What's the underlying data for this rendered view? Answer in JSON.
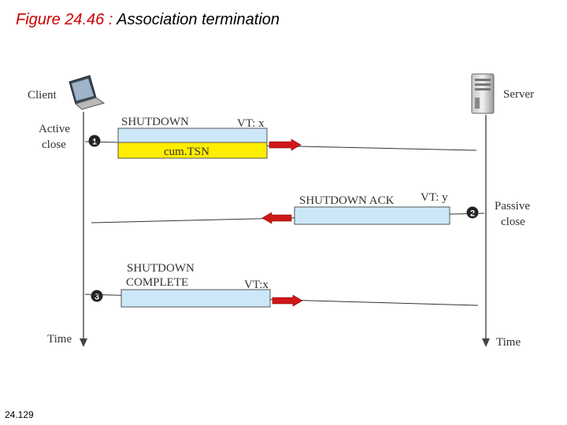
{
  "title": {
    "figure_label": "Figure 24.46",
    "separator": ":",
    "caption": "Association termination"
  },
  "footer": {
    "slide_number": "24.129"
  },
  "diagram": {
    "client_label": "Client",
    "server_label": "Server",
    "active_close_line1": "Active",
    "active_close_line2": "close",
    "passive_close_line1": "Passive",
    "passive_close_line2": "close",
    "time_label_left": "Time",
    "time_label_right": "Time",
    "steps": [
      "❶",
      "❷",
      "❸"
    ],
    "packets": [
      {
        "name_line1": "SHUTDOWN",
        "vt": "VT: x",
        "field": "cum.TSN"
      },
      {
        "name_line1": "SHUTDOWN ACK",
        "vt": "VT: y"
      },
      {
        "name_line1": "SHUTDOWN",
        "name_line2": "COMPLETE",
        "vt": "VT:x"
      }
    ],
    "colors": {
      "packet_fill": "#cce8f8",
      "tsn_fill": "#ffee00",
      "arrow": "#d01818",
      "title_red": "#cc0000"
    },
    "icons": {
      "client": "laptop-icon",
      "server": "server-tower-icon"
    }
  }
}
